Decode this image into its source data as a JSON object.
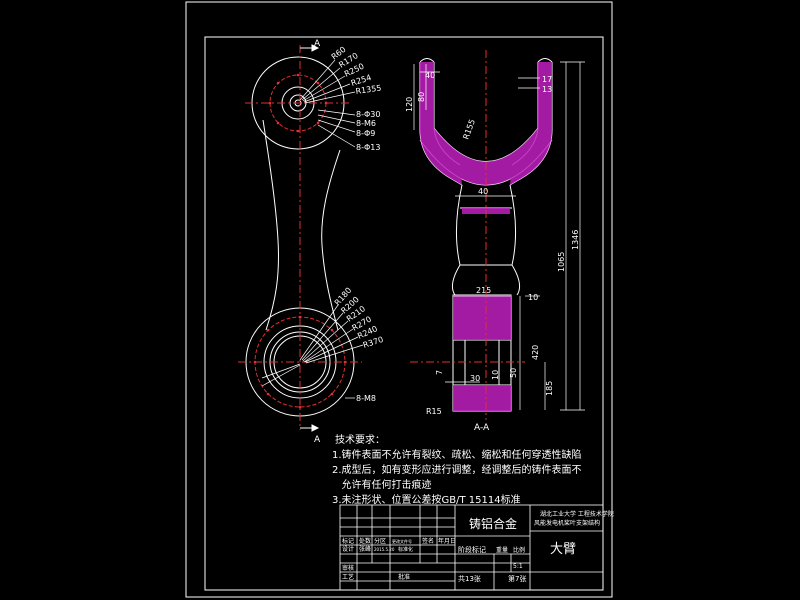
{
  "colors": {
    "background": "#000000",
    "lines": "#ffffff",
    "centerline": "#ff2020",
    "hatch": "#d020d0",
    "dim": "#ffffff"
  },
  "section_marks": {
    "top": "A",
    "bottom": "A",
    "view": "A-A"
  },
  "left_view": {
    "top_dims": [
      "R60",
      "R170",
      "R250",
      "R254",
      "R1355"
    ],
    "top_holes": [
      "8-Φ30",
      "8-M6",
      "8-Φ9",
      "8-Φ13"
    ],
    "bottom_dims": [
      "R180",
      "R200",
      "R210",
      "R270",
      "R240",
      "R370"
    ],
    "bottom_holes": [
      "8-M8"
    ]
  },
  "right_view": {
    "dims": {
      "d_40_top": "40",
      "d_120": "120",
      "d_80": "80",
      "d_17": "17",
      "d_13": "13",
      "r155": "R155",
      "d_40_mid": "40",
      "d_1346": "1346",
      "d_1065": "1065",
      "d_215": "215",
      "d_10a": "10",
      "d_420": "420",
      "d_7": "7",
      "d_30": "30",
      "d_10b": "10",
      "d_50": "50",
      "d_185": "185",
      "r15": "R15"
    }
  },
  "tech_requirements": {
    "title": "技术要求：",
    "items": [
      "1.铸件表面不允许有裂纹、疏松、缩松和任何穿透性缺陷",
      "2.成型后，如有变形应进行调整，经调整后的铸件表面不",
      "   允许有任何打击痕迹",
      "3.未注形状、位置公差按GB/T 15114标准"
    ]
  },
  "title_block": {
    "material": "铸铝合金",
    "school": "湖北工业大学 工程技术学院",
    "project": "风能发电机桨叶支架结构",
    "part_name": "大臂",
    "row_marks": [
      "标记",
      "处数",
      "分区",
      "更改文件号",
      "签名",
      "年月日"
    ],
    "design_label": "设计",
    "design_name": "张峰",
    "design_date": "2015.5.20",
    "std_label": "标准化",
    "review_label": "审核",
    "process_label": "工艺",
    "approve_label": "批准",
    "stage_label": "阶段标记",
    "weight_label": "重量",
    "scale_label": "比例",
    "scale_value": "5:1",
    "sheets_total": "共13张",
    "sheet_no": "第7张"
  }
}
